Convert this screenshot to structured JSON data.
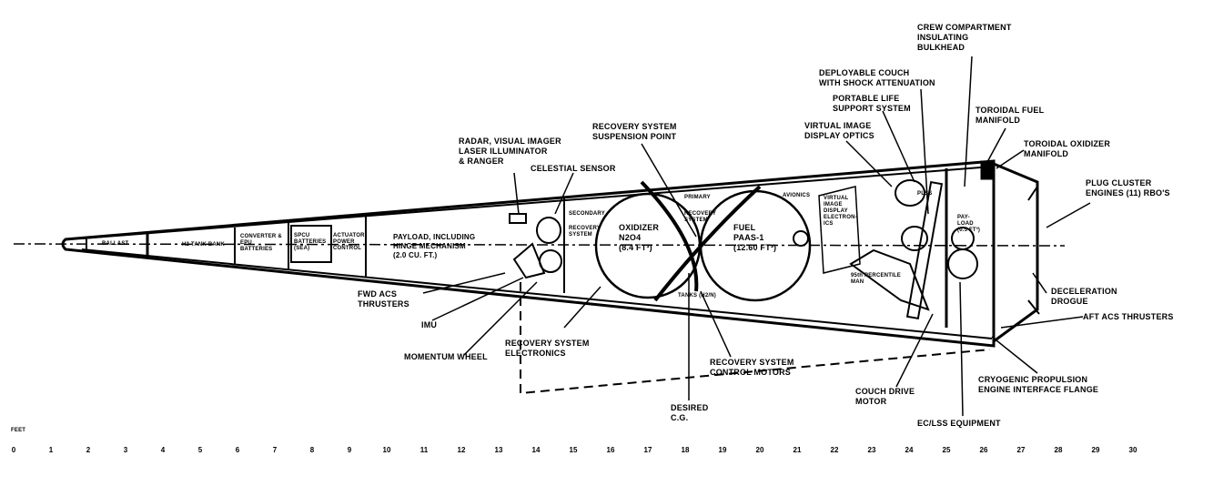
{
  "callouts": {
    "crew_bulkhead": "CREW COMPARTMENT\nINSULATING\nBULKHEAD",
    "deployable_couch": "DEPLOYABLE COUCH\nWITH SHOCK ATTENUATION",
    "plss": "PORTABLE LIFE\nSUPPORT SYSTEM",
    "virtual_image_optics": "VIRTUAL IMAGE\nDISPLAY OPTICS",
    "toroidal_fuel": "TOROIDAL FUEL\nMANIFOLD",
    "toroidal_oxidizer": "TOROIDAL OXIDIZER\nMANIFOLD",
    "plug_cluster": "PLUG CLUSTER\nENGINES (11) RBO'S",
    "suspension_point": "RECOVERY SYSTEM\nSUSPENSION POINT",
    "radar": "RADAR, VISUAL IMAGER\nLASER ILLUMINATOR\n& RANGER",
    "celestial_sensor": "CELESTIAL SENSOR",
    "payload": "PAYLOAD, INCLUDING\nHINGE MECHANISM\n(2.0 CU. FT.)",
    "oxidizer": "OXIDIZER\nN2O4\n(8.4 FT³)",
    "fuel": "FUEL\nPAAS-1\n(12.60 FT³)",
    "fwd_acs": "FWD ACS\nTHRUSTERS",
    "imu": "IMU",
    "momentum_wheel": "MOMENTUM WHEEL",
    "recovery_electronics": "RECOVERY SYSTEM\nELECTRONICS",
    "recovery_motors": "RECOVERY SYSTEM\nCONTROL MOTORS",
    "desired_cg": "DESIRED\nC.G.",
    "couch_drive": "COUCH DRIVE\nMOTOR",
    "eclss": "EC/LSS EQUIPMENT",
    "cryogenic": "CRYOGENIC PROPULSION\nENGINE INTERFACE FLANGE",
    "drogue": "DECELERATION\nDROGUE",
    "aft_acs": "AFT ACS THRUSTERS",
    "percentile": "95th PERCENTILE\nMAN"
  },
  "internal": {
    "ballast": "BALLAST",
    "tank_bank": "H2 TANK BANK",
    "converter": "CONVERTER &\nEPU\nBATTERIES",
    "spcu": "SPCU\nBATTERIES\n(SEA)",
    "actuator": "ACTUATOR\nPOWER\nCONTROL",
    "secondary": "SECONDARY",
    "recovery_sys": "RECOVERY\nSYSTEM",
    "primary": "PRIMARY",
    "recovery_sys2": "RECOVERY\nSYSTEM",
    "avionics": "AVIONICS",
    "vid_electronics": "VIRTUAL\nIMAGE\nDISPLAY\nELECTRON-\nICS",
    "plss_short": "PLSS",
    "payload_small": "PAY-\nLOAD\n(0.5 FT³)",
    "tanks": "TANKS (H2/N)"
  },
  "scale": {
    "unit": "FEET",
    "ticks": [
      0,
      1,
      2,
      3,
      4,
      5,
      6,
      7,
      8,
      9,
      10,
      11,
      12,
      13,
      14,
      15,
      16,
      17,
      18,
      19,
      20,
      21,
      22,
      23,
      24,
      25,
      26,
      27,
      28,
      29,
      30
    ]
  }
}
